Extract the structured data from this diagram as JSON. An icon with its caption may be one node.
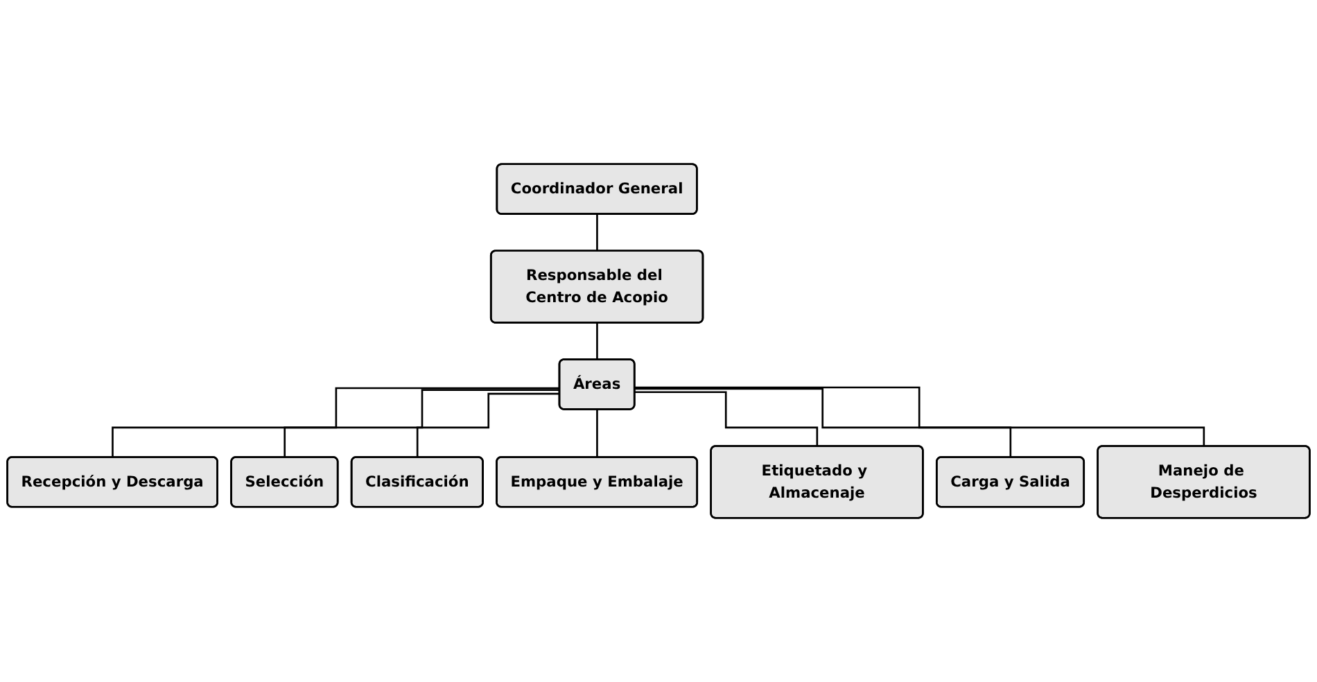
{
  "diagram": {
    "nodes": [
      {
        "text": [
          "Coordinador General"
        ]
      },
      {
        "text": [
          "Responsable del Centro de Acopio"
        ]
      },
      {
        "text": [
          "Áreas"
        ]
      },
      {
        "text": [
          "Recepción y Descarga"
        ]
      },
      {
        "text": [
          "Selección"
        ]
      },
      {
        "text": [
          "Clasificación"
        ]
      },
      {
        "text": [
          "Empaque y Embalaje"
        ]
      },
      {
        "text": [
          "Etiquetado y Almacenaje"
        ]
      },
      {
        "text": [
          "Carga y Salida"
        ]
      },
      {
        "text": [
          "Manejo de Desperdicios"
        ]
      }
    ],
    "edges": [
      {
        "from": 0,
        "to": 1,
        "arrow": "none"
      },
      {
        "from": 1,
        "to": 2,
        "arrow": "none"
      },
      {
        "from": 2,
        "to": 3,
        "arrow": "none"
      },
      {
        "from": 2,
        "to": 4,
        "arrow": "none"
      },
      {
        "from": 2,
        "to": 5,
        "arrow": "none"
      },
      {
        "from": 2,
        "to": 6,
        "arrow": "none"
      },
      {
        "from": 2,
        "to": 7,
        "arrow": "none"
      },
      {
        "from": 2,
        "to": 8,
        "arrow": "none"
      },
      {
        "from": 2,
        "to": 9,
        "arrow": "none"
      }
    ]
  }
}
